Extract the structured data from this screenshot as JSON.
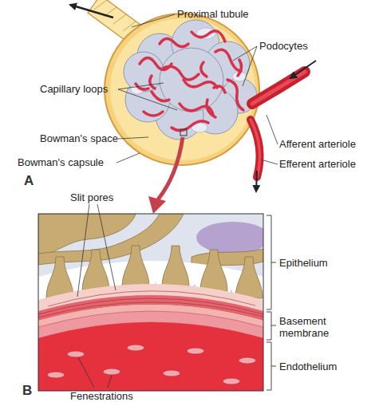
{
  "diagram": {
    "labels": [
      "Proximal tubule",
      "Podocytes",
      "Capillary loops",
      "Bowman's space",
      "Bowman's capsule",
      "Afferent arteriole",
      "Efferent arteriole",
      "A",
      "Slit pores",
      "Epithelium",
      "Basement membrane",
      "Endothelium",
      "B",
      "Fenestrations"
    ]
  }
}
